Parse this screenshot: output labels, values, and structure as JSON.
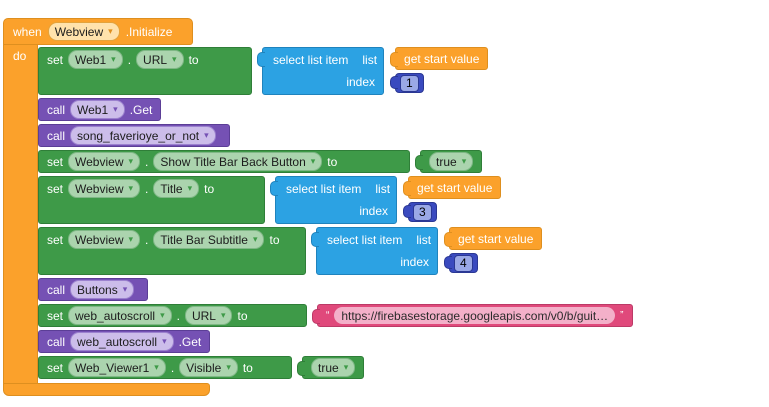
{
  "icons": {
    "dropdown_arrow": "▾"
  },
  "colors": {
    "event_orange": "#FBA12B",
    "setter_green": "#3E9A48",
    "list_blue": "#2CA2E3",
    "math_indigo": "#3A4ABF",
    "call_purple": "#7551B4",
    "text_pink": "#E0497B",
    "canvas_background": "#FFFFFF"
  },
  "event": {
    "kw": "when",
    "component": "Webview",
    "name": ".Initialize",
    "do_label": "do"
  },
  "rows": [
    {
      "set": "set",
      "component": "Web1",
      "dot": ".",
      "property": "URL",
      "to": "to",
      "list": {
        "select": "select list item",
        "list": "list",
        "get": "get start value",
        "index_label": "index",
        "index": "1"
      }
    },
    {
      "call": "call",
      "target": "Web1",
      "suffix": ".Get"
    },
    {
      "call": "call",
      "target": "song_faverioye_or_not",
      "suffix": ""
    },
    {
      "set": "set",
      "component": "Webview",
      "dot": ".",
      "property": "Show Title Bar Back Button",
      "to": "to",
      "value": "true"
    },
    {
      "set": "set",
      "component": "Webview",
      "dot": ".",
      "property": "Title",
      "to": "to",
      "list": {
        "select": "select list item",
        "list": "list",
        "get": "get start value",
        "index_label": "index",
        "index": "3"
      }
    },
    {
      "set": "set",
      "component": "Webview",
      "dot": ".",
      "property": "Title Bar Subtitle",
      "to": "to",
      "list": {
        "select": "select list item",
        "list": "list",
        "get": "get start value",
        "index_label": "index",
        "index": "4"
      }
    },
    {
      "call": "call",
      "target": "Buttons",
      "suffix": ""
    },
    {
      "set": "set",
      "component": "web_autoscroll",
      "dot": ".",
      "property": "URL",
      "to": "to",
      "text": {
        "open": "“",
        "value": "https://firebasestorage.googleapis.com/v0/b/guit…",
        "close": "”"
      }
    },
    {
      "call": "call",
      "target": "web_autoscroll",
      "suffix": ".Get"
    },
    {
      "set": "set",
      "component": "Web_Viewer1",
      "dot": ".",
      "property": "Visible",
      "to": "to",
      "value": "true"
    }
  ]
}
